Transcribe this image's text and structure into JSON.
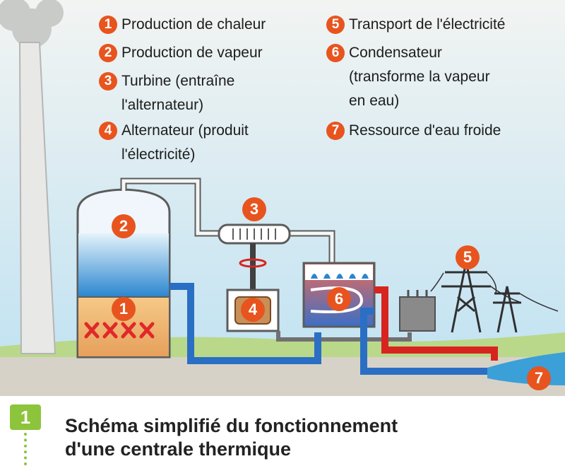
{
  "legend": [
    {
      "num": "1",
      "lines": [
        "Production de chaleur"
      ]
    },
    {
      "num": "2",
      "lines": [
        "Production de vapeur"
      ]
    },
    {
      "num": "3",
      "lines": [
        "Turbine (entraîne",
        "l'alternateur)"
      ]
    },
    {
      "num": "4",
      "lines": [
        "Alternateur (produit",
        "l'électricité)"
      ]
    },
    {
      "num": "5",
      "lines": [
        "Transport de l'électricité"
      ]
    },
    {
      "num": "6",
      "lines": [
        "Condensateur",
        "(transforme la vapeur",
        "en eau)"
      ]
    },
    {
      "num": "7",
      "lines": [
        "Ressource d'eau froide"
      ]
    }
  ],
  "markers": {
    "m1": "1",
    "m2": "2",
    "m3": "3",
    "m4": "4",
    "m5": "5",
    "m6": "6",
    "m7": "7"
  },
  "caption": {
    "number": "1",
    "line1": "Schéma simplifié du fonctionnement",
    "line2": "d'une centrale thermique"
  },
  "colors": {
    "badge": "#e8541e",
    "caption_accent": "#8cc43c",
    "hot_pipe": "#d8241e",
    "cold_pipe": "#2a6fc4"
  }
}
